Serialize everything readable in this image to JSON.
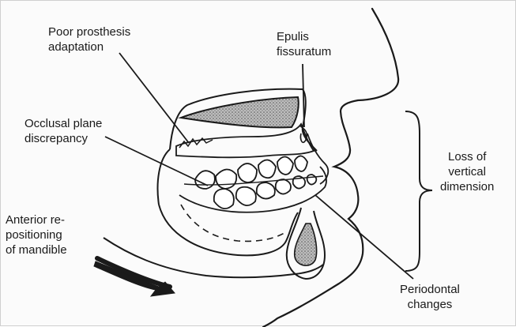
{
  "labels": {
    "poor_prosthesis": [
      "Poor prosthesis",
      "adaptation"
    ],
    "epulis": [
      "Epulis",
      "fissuratum"
    ],
    "occlusal": [
      "Occlusal plane",
      "discrepancy"
    ],
    "loss_vertical": [
      "Loss of",
      "vertical",
      "dimension"
    ],
    "anterior": [
      "Anterior re-",
      "positioning",
      "of mandible"
    ],
    "periodontal": [
      "Periodontal",
      "changes"
    ]
  },
  "colors": {
    "ink": "#1a1a1a",
    "stipple": "#9a9a9a",
    "background": "#fbfbfb"
  }
}
